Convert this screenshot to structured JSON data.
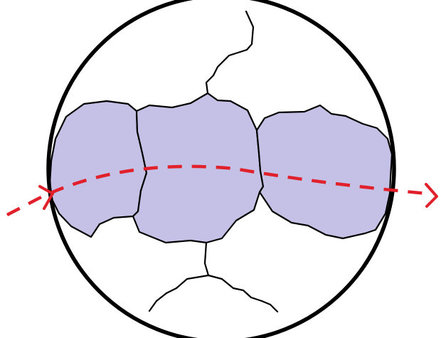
{
  "colors": {
    "background": "#ffffff",
    "outline": "#000000",
    "highlighted_region_fill": "#c5c1e6",
    "path_line": "#e0202a"
  },
  "diagram": {
    "kind": "circular cross-section with irregular cell-like regions",
    "highlighted_region_count": 3,
    "unhighlighted_region_count": 2,
    "path": {
      "style": "dashed",
      "enter_arrow_icon": "chevron-right-icon",
      "exit_arrow_icon": "chevron-right-icon"
    }
  }
}
